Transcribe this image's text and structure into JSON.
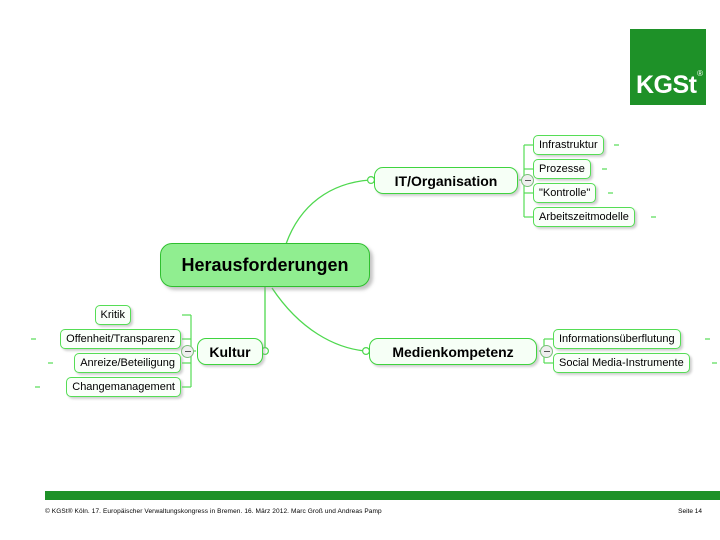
{
  "slide": {
    "background_color": "#ffffff",
    "accent_color": "#1E9128",
    "node_fill_root": "#90EE90",
    "node_border": "#3FD43F"
  },
  "logo": {
    "name": "KGSt",
    "text": "KGSt",
    "registered_mark": "®",
    "background_color": "#1E9128"
  },
  "mindmap": {
    "root": {
      "label": "Herausforderungen"
    },
    "branches": [
      {
        "label": "IT/Organisation",
        "collapse_symbol": "−",
        "children": [
          {
            "label": "Infrastruktur"
          },
          {
            "label": "Prozesse"
          },
          {
            "label": "\"Kontrolle\""
          },
          {
            "label": "Arbeitszeitmodelle"
          }
        ]
      },
      {
        "label": "Kultur",
        "collapse_symbol": "−",
        "children": [
          {
            "label": "Kritik"
          },
          {
            "label": "Offenheit/Transparenz"
          },
          {
            "label": "Anreize/Beteiligung"
          },
          {
            "label": "Changemanagement"
          }
        ]
      },
      {
        "label": "Medienkompetenz",
        "collapse_symbol": "−",
        "children": [
          {
            "label": "Informationsüberflutung"
          },
          {
            "label": "Social Media-Instrumente"
          }
        ]
      }
    ]
  },
  "footer": {
    "credit": "© KGSt® Köln. 17. Europäischer Verwaltungskongress in Bremen. 16. März 2012. Marc Groß und Andreas Pamp",
    "page": "Seite 14"
  }
}
